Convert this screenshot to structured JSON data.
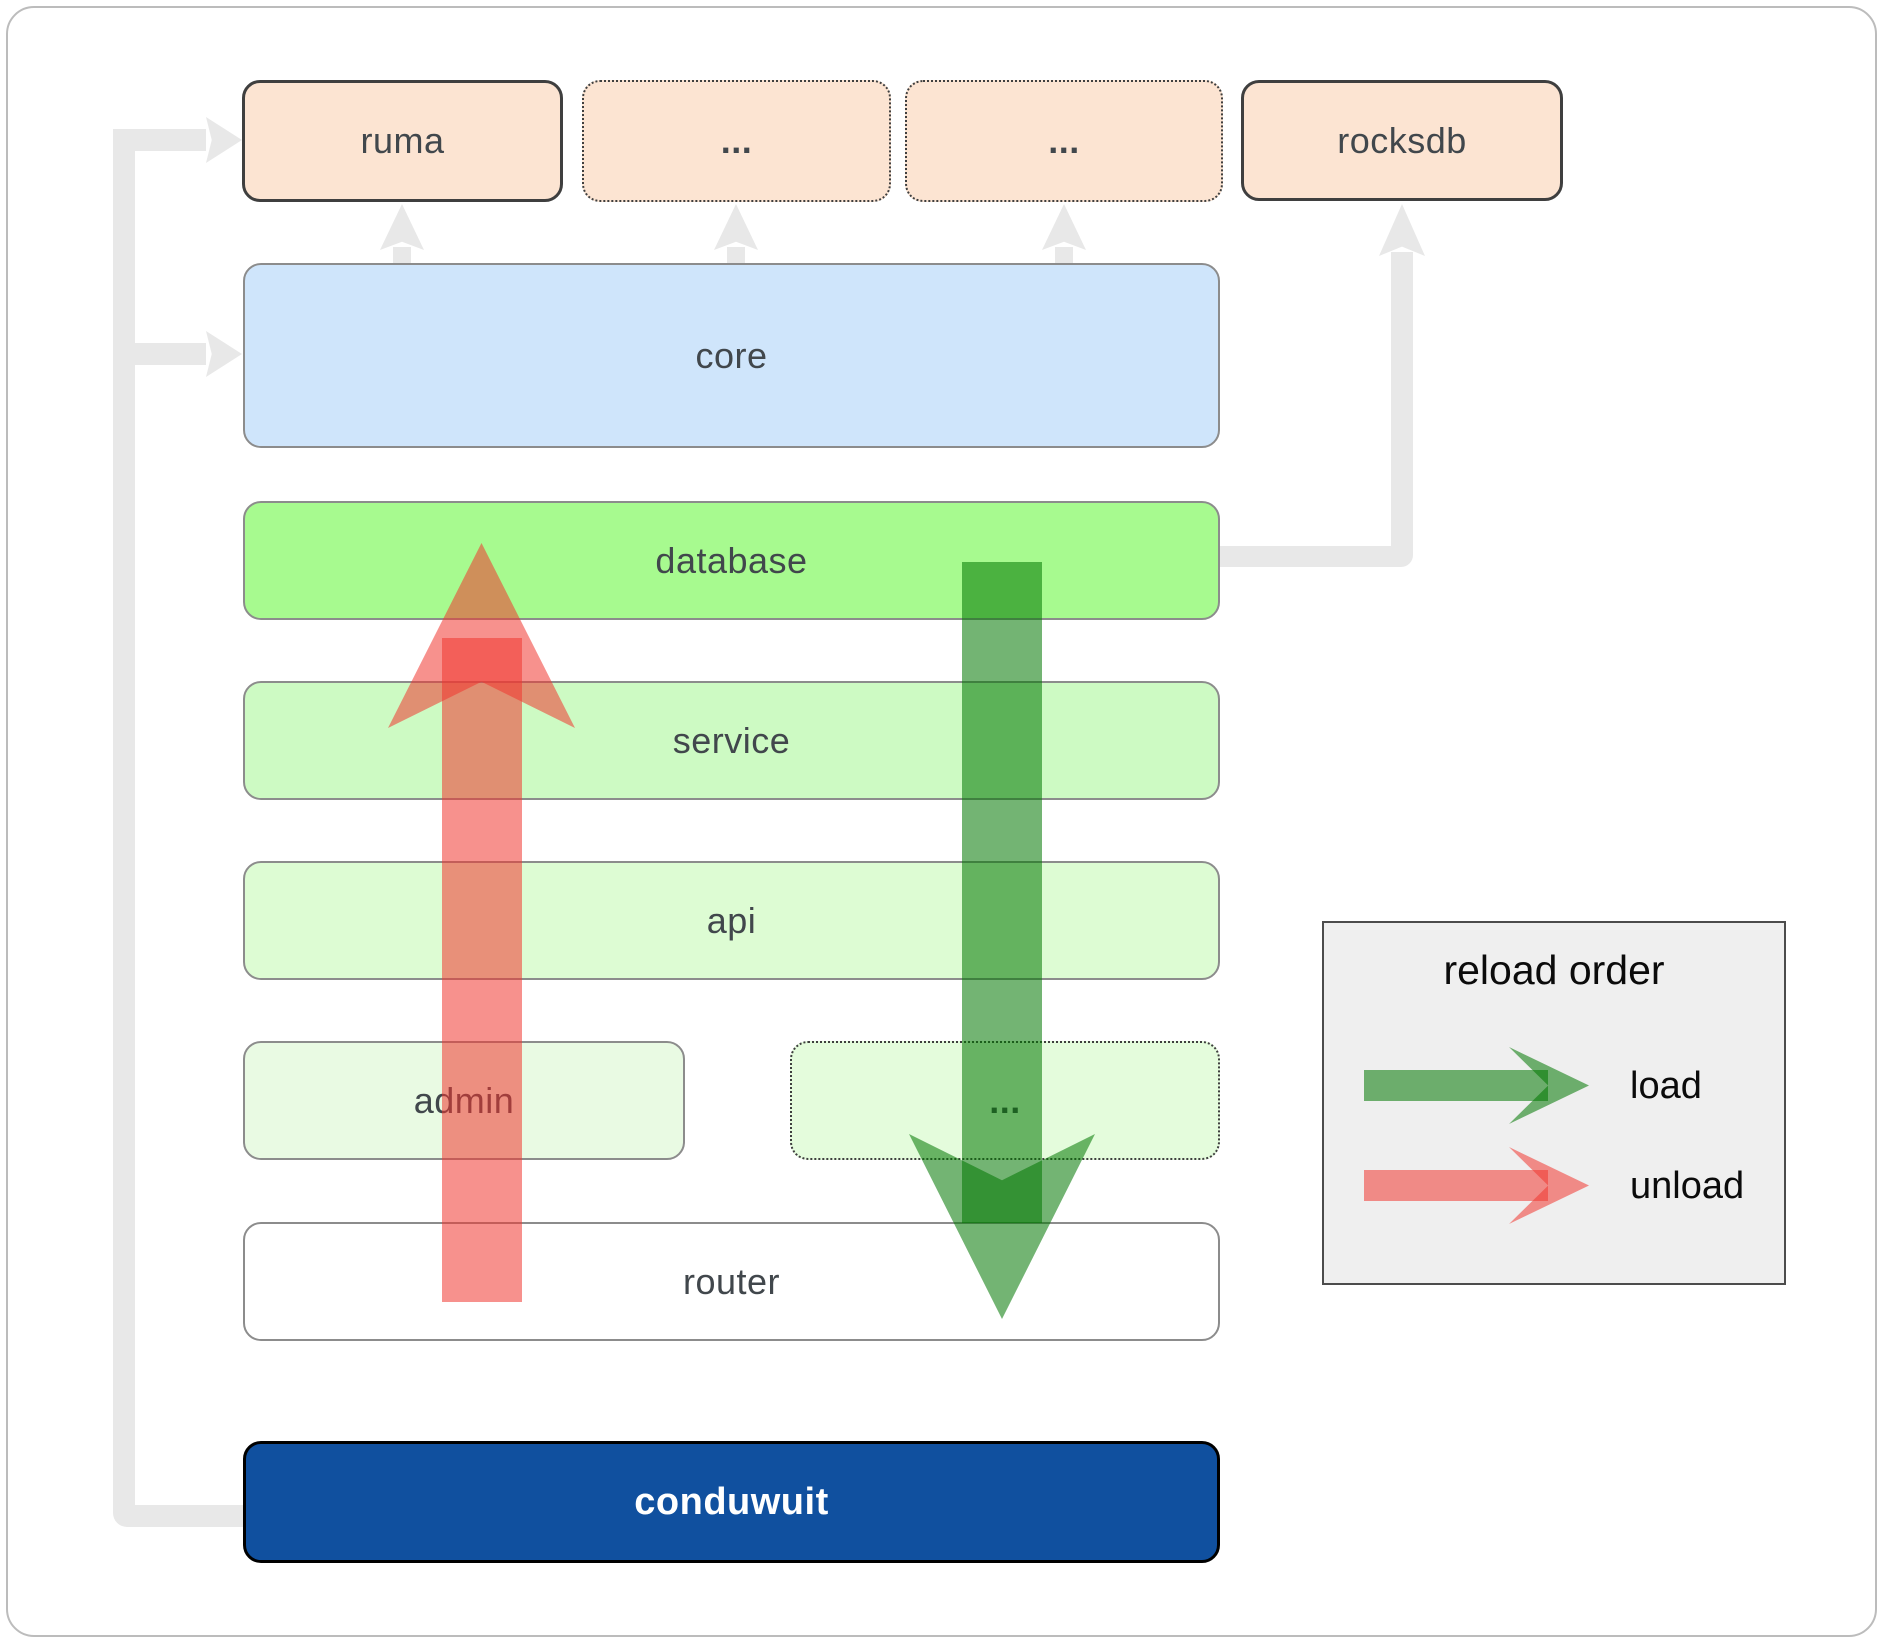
{
  "diagram": {
    "top_row": {
      "ruma": {
        "label": "ruma"
      },
      "ellipsis1": {
        "label": "..."
      },
      "ellipsis2": {
        "label": "..."
      },
      "rocksdb": {
        "label": "rocksdb"
      }
    },
    "layers": {
      "core": {
        "label": "core",
        "color": "#cfe5fb"
      },
      "database": {
        "label": "database",
        "color": "#a7fa8f"
      },
      "service": {
        "label": "service",
        "color": "#cdfac3"
      },
      "api": {
        "label": "api",
        "color": "#ddfcd3"
      },
      "admin": {
        "label": "admin",
        "color": "#e9fae3"
      },
      "ellipsis3": {
        "label": "...",
        "color": "#e4fcdc"
      },
      "router": {
        "label": "router",
        "color": "#ffffff"
      },
      "conduwuit": {
        "label": "conduwuit",
        "color": "#10509f"
      }
    },
    "arrows": {
      "load": {
        "name": "load",
        "direction": "down",
        "color": "rgba(0,118,0,0.55)"
      },
      "unload": {
        "name": "unload",
        "direction": "up",
        "color": "rgba(240,55,48,0.55)"
      }
    },
    "connector_color": "#e8e8e8",
    "box_text_color": "#41474c"
  },
  "legend": {
    "title": "reload order",
    "items": [
      {
        "label": "load",
        "color": "green"
      },
      {
        "label": "unload",
        "color": "red"
      }
    ]
  }
}
